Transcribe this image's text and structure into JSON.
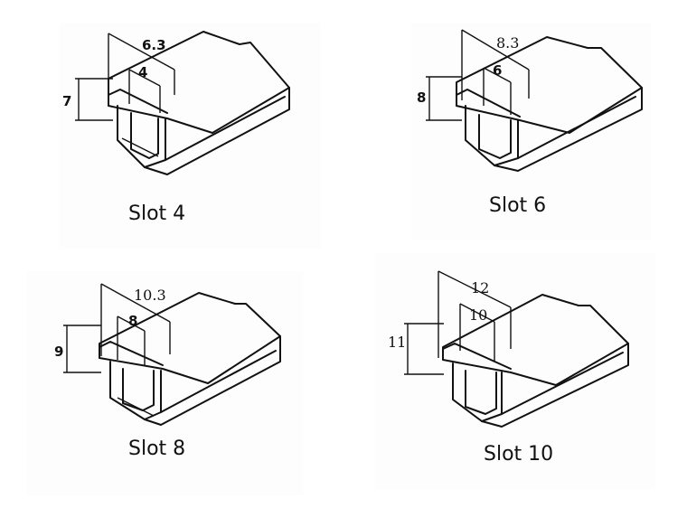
{
  "profiles": [
    {
      "caption": "Slot 4",
      "outer_width": "6.3",
      "slot_width": "4",
      "height": "7"
    },
    {
      "caption": "Slot 6",
      "outer_width": "8.3",
      "slot_width": "6",
      "height": "8"
    },
    {
      "caption": "Slot 8",
      "outer_width": "10.3",
      "slot_width": "8",
      "height": "9"
    },
    {
      "caption": "Slot 10",
      "outer_width": "12",
      "slot_width": "10",
      "height": "11"
    }
  ]
}
